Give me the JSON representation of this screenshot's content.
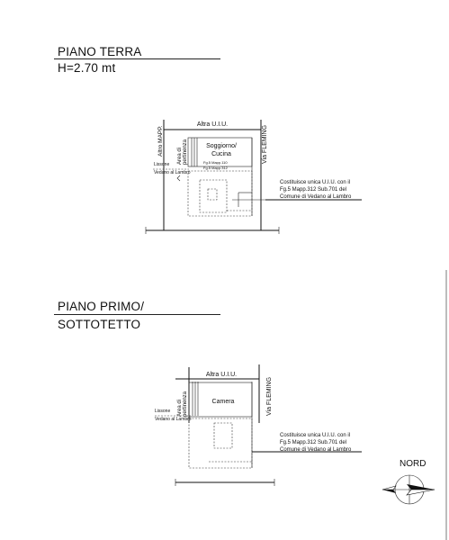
{
  "ground_floor": {
    "title": "PIANO TERRA",
    "height": "H=2.70 mt",
    "top_label": "Altra U.I.U.",
    "left_label": "Altro MAPP.",
    "right_label": "Via FLEMING",
    "area_label_1": "Area di",
    "area_label_2": "pertinenza",
    "room_label_1": "Soggiorno/",
    "room_label_2": "Cucina",
    "stair_note_1": "Fg.5 Mapp.110",
    "stair_note_2": "Fg.5 Mapp.312",
    "boundary_label_1": "Lissone",
    "boundary_label_2": "Vedano al Lambro",
    "note_line_1": "Costituisce unica U.I.U. con il",
    "note_line_2": "Fg.5 Mapp.312 Sub.701 del",
    "note_line_3": "Comune di Vedano al Lambro"
  },
  "first_floor": {
    "title_line_1": "PIANO PRIMO/",
    "title_line_2": "SOTTOTETTO",
    "top_label": "Altra U.I.U.",
    "right_label": "Via FLEMING",
    "area_label_1": "Area di",
    "area_label_2": "pertinenza",
    "room_label": "Camera",
    "boundary_label_1": "Lissone",
    "boundary_label_2": "Vedano al Lambro",
    "note_line_1": "Costituisce unica U.I.U. con il",
    "note_line_2": "Fg.5 Mapp.312 Sub.701 del",
    "note_line_3": "Comune di Vedano al Lambro"
  },
  "compass": {
    "label": "NORD",
    "icon": "north-arrow-icon"
  }
}
